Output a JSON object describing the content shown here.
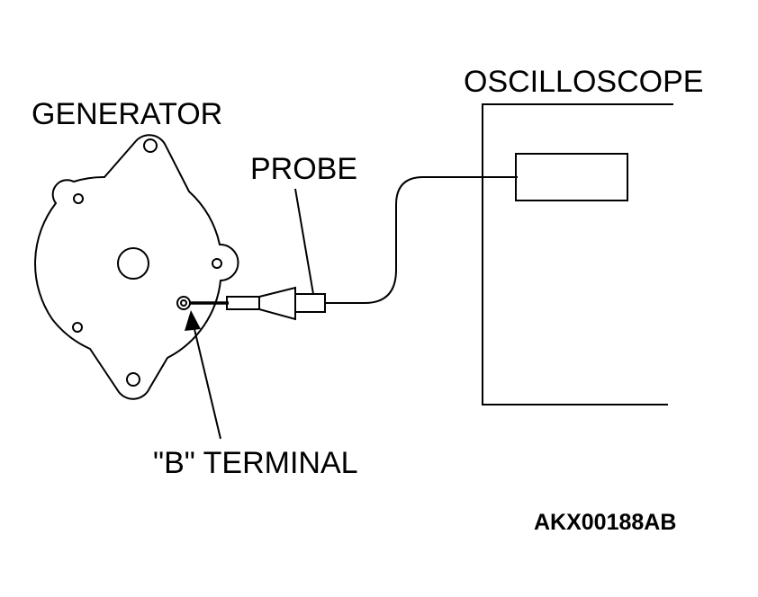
{
  "labels": {
    "generator": "GENERATOR",
    "probe": "PROBE",
    "oscilloscope": "OSCILLOSCOPE",
    "b_terminal": "\"B\" TERMINAL",
    "figure_code": "AKX00188AB"
  },
  "colors": {
    "ink": "#000000",
    "background": "#ffffff"
  }
}
